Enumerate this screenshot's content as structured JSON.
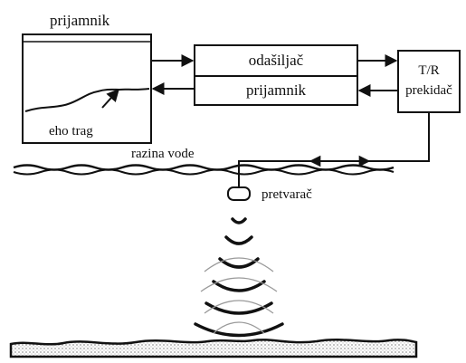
{
  "labels": {
    "display_title": "prijamnik",
    "echo_trace": "eho trag",
    "transmitter": "odašiljač",
    "receiver": "prijamnik",
    "tr_switch_line1": "T/R",
    "tr_switch_line2": "prekidač",
    "water_level": "razina vode",
    "transducer": "pretvarač"
  },
  "colors": {
    "ink": "#111111",
    "background": "#ffffff",
    "seabed_texture": "#b8b8b8",
    "faint_wave": "#9a9a9a"
  }
}
